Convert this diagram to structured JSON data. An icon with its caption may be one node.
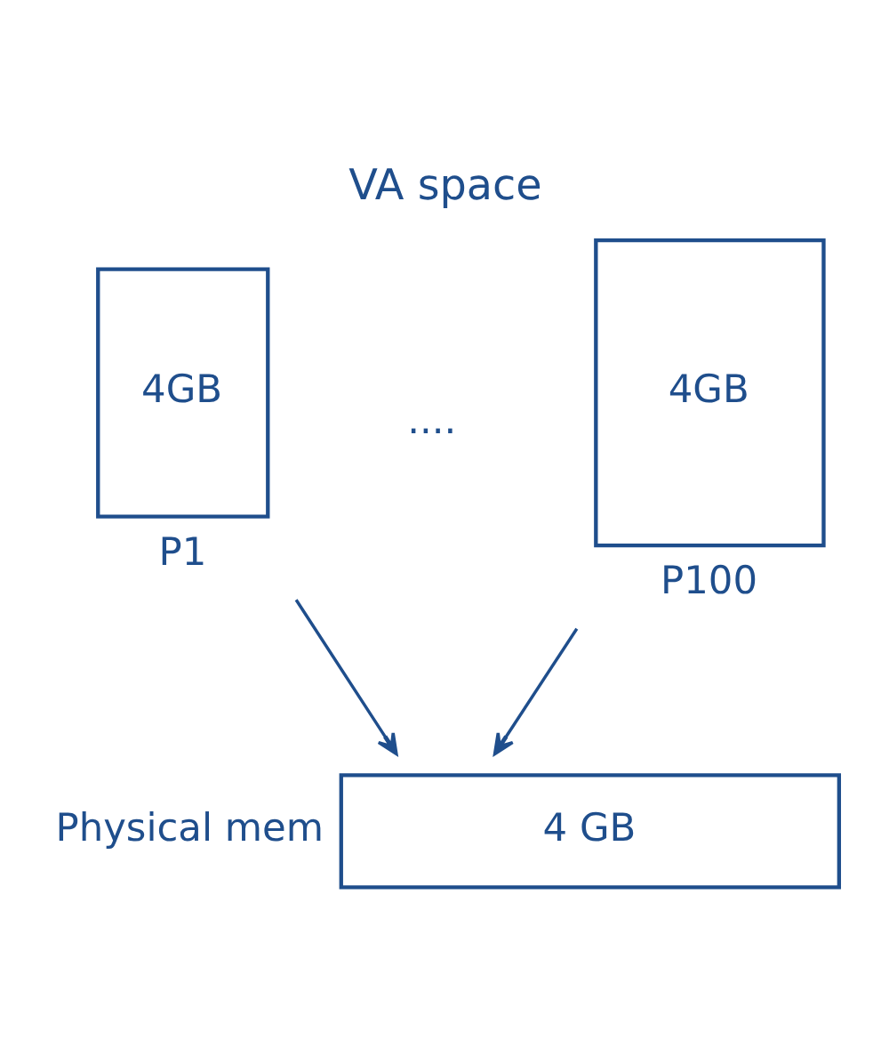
{
  "diagram": {
    "title": "VA space",
    "nodes": [
      {
        "text": [
          "4GB"
        ],
        "beside": [
          "P1"
        ]
      },
      {
        "text": [
          "4GB"
        ],
        "beside": [
          "P100"
        ]
      },
      {
        "text": [
          "4 GB"
        ],
        "beside": [
          "Physical mem"
        ]
      }
    ],
    "edges": [
      {
        "from": 0,
        "to": 2,
        "arrow": "to"
      },
      {
        "from": 1,
        "to": 2,
        "arrow": "to"
      }
    ],
    "labels": [
      "...."
    ]
  }
}
